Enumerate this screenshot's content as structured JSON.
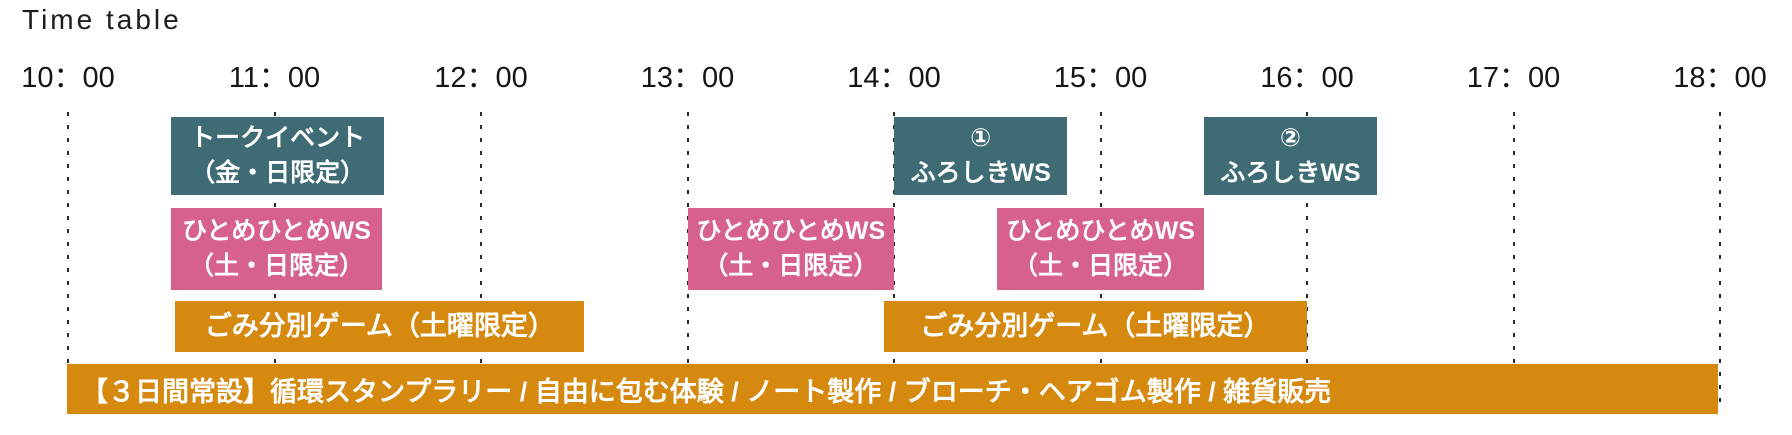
{
  "chart_data": {
    "type": "bar",
    "subtype": "horizontal-timeline-gantt",
    "title": "Time table",
    "x_axis": {
      "ticks": [
        "10：00",
        "11：00",
        "12：00",
        "13：00",
        "14：00",
        "15：00",
        "16：00",
        "17：00",
        "18：00"
      ],
      "tick_hours": [
        10,
        11,
        12,
        13,
        14,
        15,
        16,
        17,
        18
      ],
      "range": [
        10,
        18
      ],
      "gridlines": "dotted-vertical"
    },
    "colors": {
      "teal": "#3E6B74",
      "pink": "#D5618C",
      "orange": "#D6890F",
      "block_text": "#FFFFFF",
      "axis_text": "#141414"
    },
    "legend_position": "none",
    "events": [
      {
        "id": "talk-event",
        "row": 1,
        "color": "teal",
        "start": 10.5,
        "end": 11.53,
        "lines": [
          "トークイベント",
          "（金・日限定）"
        ]
      },
      {
        "id": "hitome-ws-1",
        "row": 2,
        "color": "pink",
        "start": 10.5,
        "end": 11.52,
        "lines": [
          "ひとめひとめWS",
          "（土・日限定）"
        ]
      },
      {
        "id": "gomi-game-1",
        "row": 3,
        "color": "orange",
        "start": 10.52,
        "end": 12.5,
        "lines": [
          "ごみ分別ゲーム（土曜限定）"
        ]
      },
      {
        "id": "hitome-ws-2",
        "row": 2,
        "color": "pink",
        "start": 13.0,
        "end": 14.0,
        "lines": [
          "ひとめひとめWS",
          "（土・日限定）"
        ]
      },
      {
        "id": "furoshiki-ws-1",
        "row": 1,
        "color": "teal",
        "start": 14.0,
        "end": 14.84,
        "lines": [
          "①",
          "ふろしきWS"
        ]
      },
      {
        "id": "hitome-ws-3",
        "row": 2,
        "color": "pink",
        "start": 14.5,
        "end": 15.5,
        "lines": [
          "ひとめひとめWS",
          "（土・日限定）"
        ]
      },
      {
        "id": "gomi-game-2",
        "row": 3,
        "color": "orange",
        "start": 13.95,
        "end": 16.0,
        "lines": [
          "ごみ分別ゲーム（土曜限定）"
        ]
      },
      {
        "id": "furoshiki-ws-2",
        "row": 1,
        "color": "teal",
        "start": 15.5,
        "end": 16.34,
        "lines": [
          "②",
          "ふろしきWS"
        ]
      }
    ],
    "banner": {
      "id": "permanent-exhibits",
      "color": "orange",
      "start": 10.0,
      "end": 18.0,
      "text": "【３日間常設】循環スタンプラリー / 自由に包む体験 / ノート製作 / ブローチ・ヘアゴム製作 / 雑貨販売"
    }
  }
}
